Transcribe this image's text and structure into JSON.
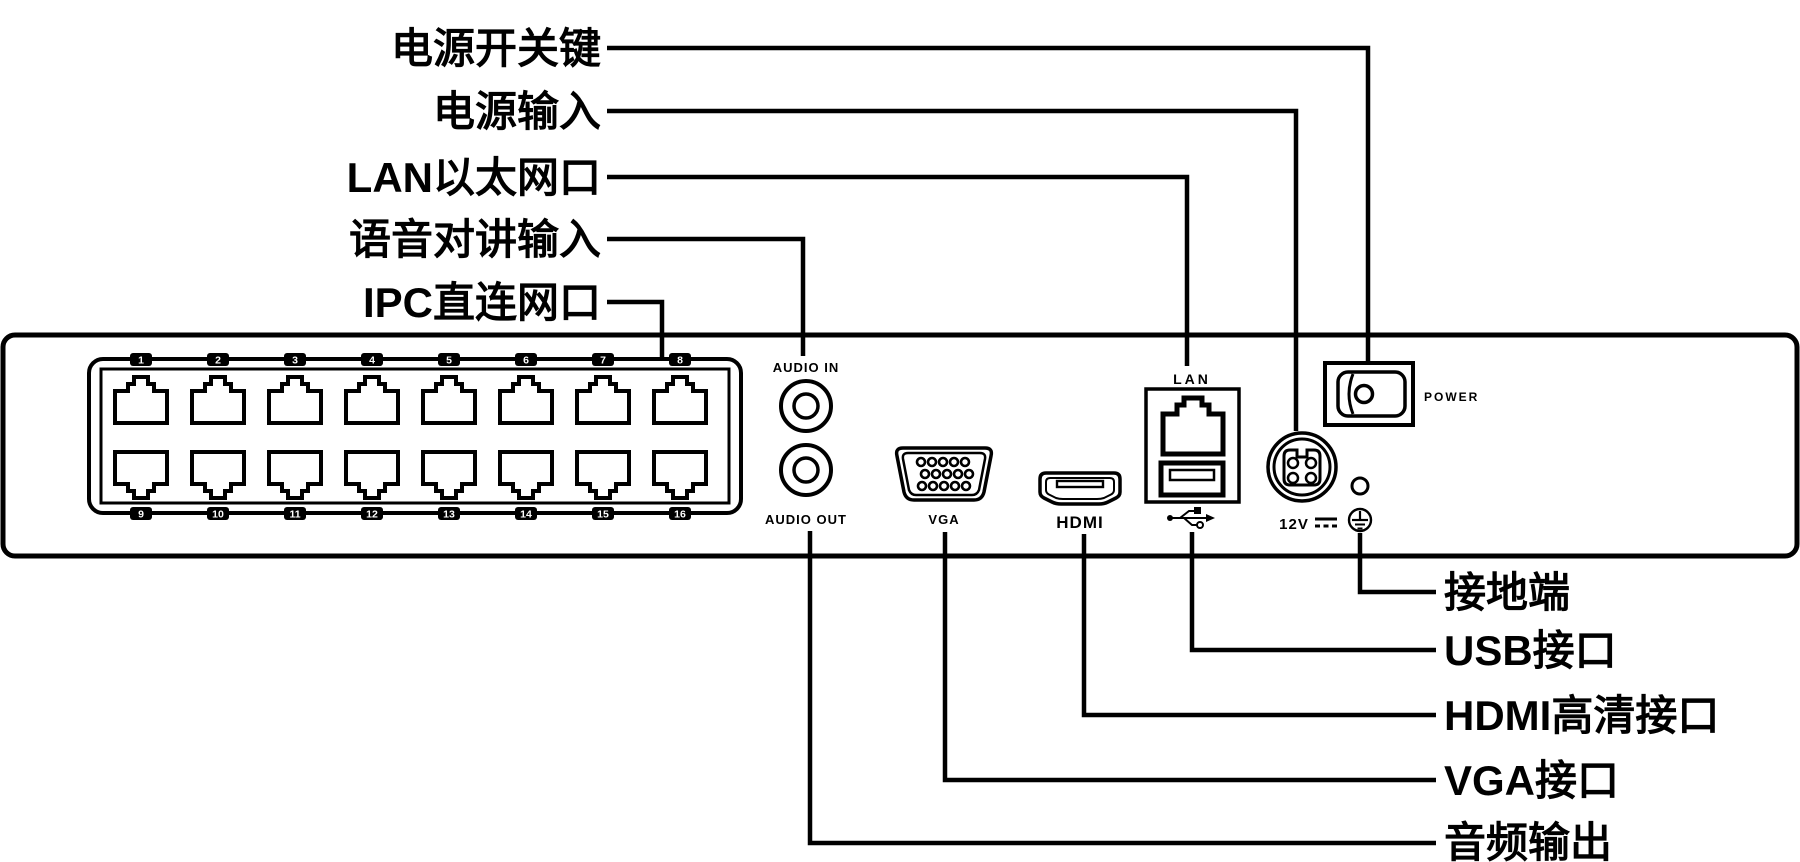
{
  "diagram": {
    "kind": "nvr-rear-panel-callout-diagram",
    "colors": {
      "line": "#000000",
      "background": "#ffffff",
      "badge_fill": "#000000",
      "badge_text": "#ffffff"
    }
  },
  "callouts_top": [
    {
      "label": "电源开关键",
      "target": "power-switch"
    },
    {
      "label": "电源输入",
      "target": "dc-power-input"
    },
    {
      "label": "LAN以太网口",
      "target": "lan-ethernet-port"
    },
    {
      "label": "语音对讲输入",
      "target": "audio-in-jack"
    },
    {
      "label": "IPC直连网口",
      "target": "ipc-direct-ports"
    }
  ],
  "callouts_bottom": [
    {
      "label": "接地端",
      "target": "ground-terminal"
    },
    {
      "label": "USB接口",
      "target": "usb-port"
    },
    {
      "label": "HDMI高清接口",
      "target": "hdmi-port"
    },
    {
      "label": "VGA接口",
      "target": "vga-port"
    },
    {
      "label": "音频输出",
      "target": "audio-out-jack"
    }
  ],
  "connectors": {
    "audio_in": "AUDIO IN",
    "audio_out": "AUDIO OUT",
    "vga": "VGA",
    "hdmi": "HDMI",
    "lan": "LAN",
    "power": "POWER",
    "dc_label": "12V",
    "usb_icon": "usb-trident-icon",
    "dc_icon": "dc-solid-over-dashed-icon",
    "ground_icon": "protective-earth-icon"
  },
  "rj45_numbers_top": [
    "1",
    "2",
    "3",
    "4",
    "5",
    "6",
    "7",
    "8"
  ],
  "rj45_numbers_bottom": [
    "9",
    "10",
    "11",
    "12",
    "13",
    "14",
    "15",
    "16"
  ]
}
